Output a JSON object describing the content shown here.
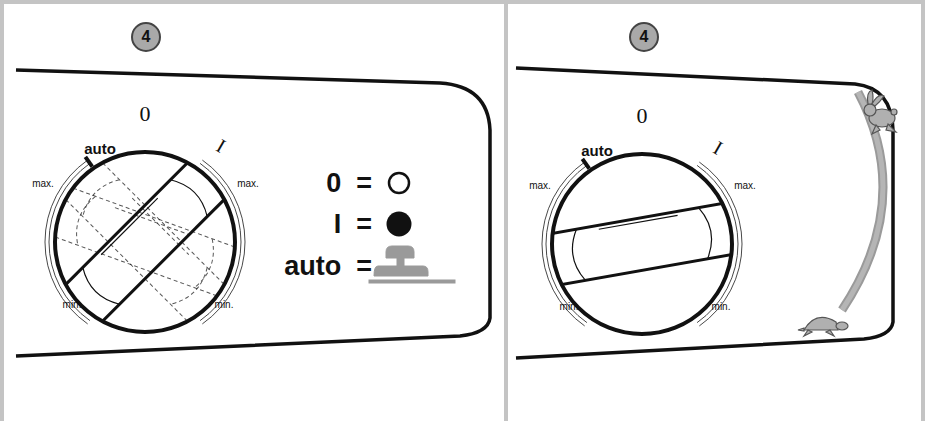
{
  "diagram": {
    "nodes": [
      {
        "text": [
          "4"
        ]
      },
      {
        "text": [
          "4"
        ]
      }
    ],
    "labels": [
      "0",
      "auto",
      "max.",
      "I",
      "max.",
      "min.",
      "min.",
      "0",
      "auto",
      "max.",
      "I",
      "max.",
      "min.",
      "min."
    ],
    "legend": [
      {
        "text": "0  ="
      },
      {
        "text": "I  ="
      },
      {
        "text": "auto  ="
      }
    ]
  }
}
